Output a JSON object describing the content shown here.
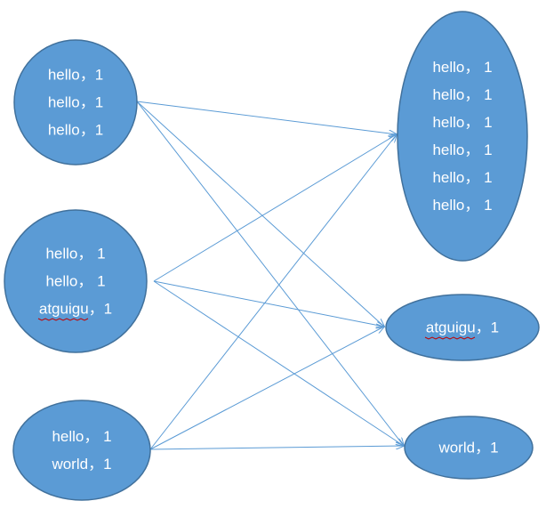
{
  "colors": {
    "node_fill": "#5b9bd5",
    "node_stroke": "#41719c",
    "edge": "#5b9bd5",
    "text": "#ffffff",
    "spellcheck": "#c00000"
  },
  "inputs": [
    {
      "id": "input-1",
      "lines": [
        "hello，1",
        "hello，1",
        "hello，1"
      ]
    },
    {
      "id": "input-2",
      "lines": [
        "hello， 1",
        "hello， 1",
        "atguigu，1"
      ]
    },
    {
      "id": "input-3",
      "lines": [
        "hello， 1",
        "world，1"
      ]
    }
  ],
  "outputs": [
    {
      "id": "output-hello",
      "lines": [
        "hello， 1",
        "hello， 1",
        "hello， 1",
        "hello， 1",
        "hello， 1",
        "hello， 1"
      ]
    },
    {
      "id": "output-atguigu",
      "lines": [
        "atguigu，1"
      ]
    },
    {
      "id": "output-world",
      "lines": [
        "world，1"
      ]
    }
  ],
  "edges": [
    [
      "input-1",
      "output-hello"
    ],
    [
      "input-1",
      "output-atguigu"
    ],
    [
      "input-1",
      "output-world"
    ],
    [
      "input-2",
      "output-hello"
    ],
    [
      "input-2",
      "output-atguigu"
    ],
    [
      "input-2",
      "output-world"
    ],
    [
      "input-3",
      "output-hello"
    ],
    [
      "input-3",
      "output-atguigu"
    ],
    [
      "input-3",
      "output-world"
    ]
  ]
}
